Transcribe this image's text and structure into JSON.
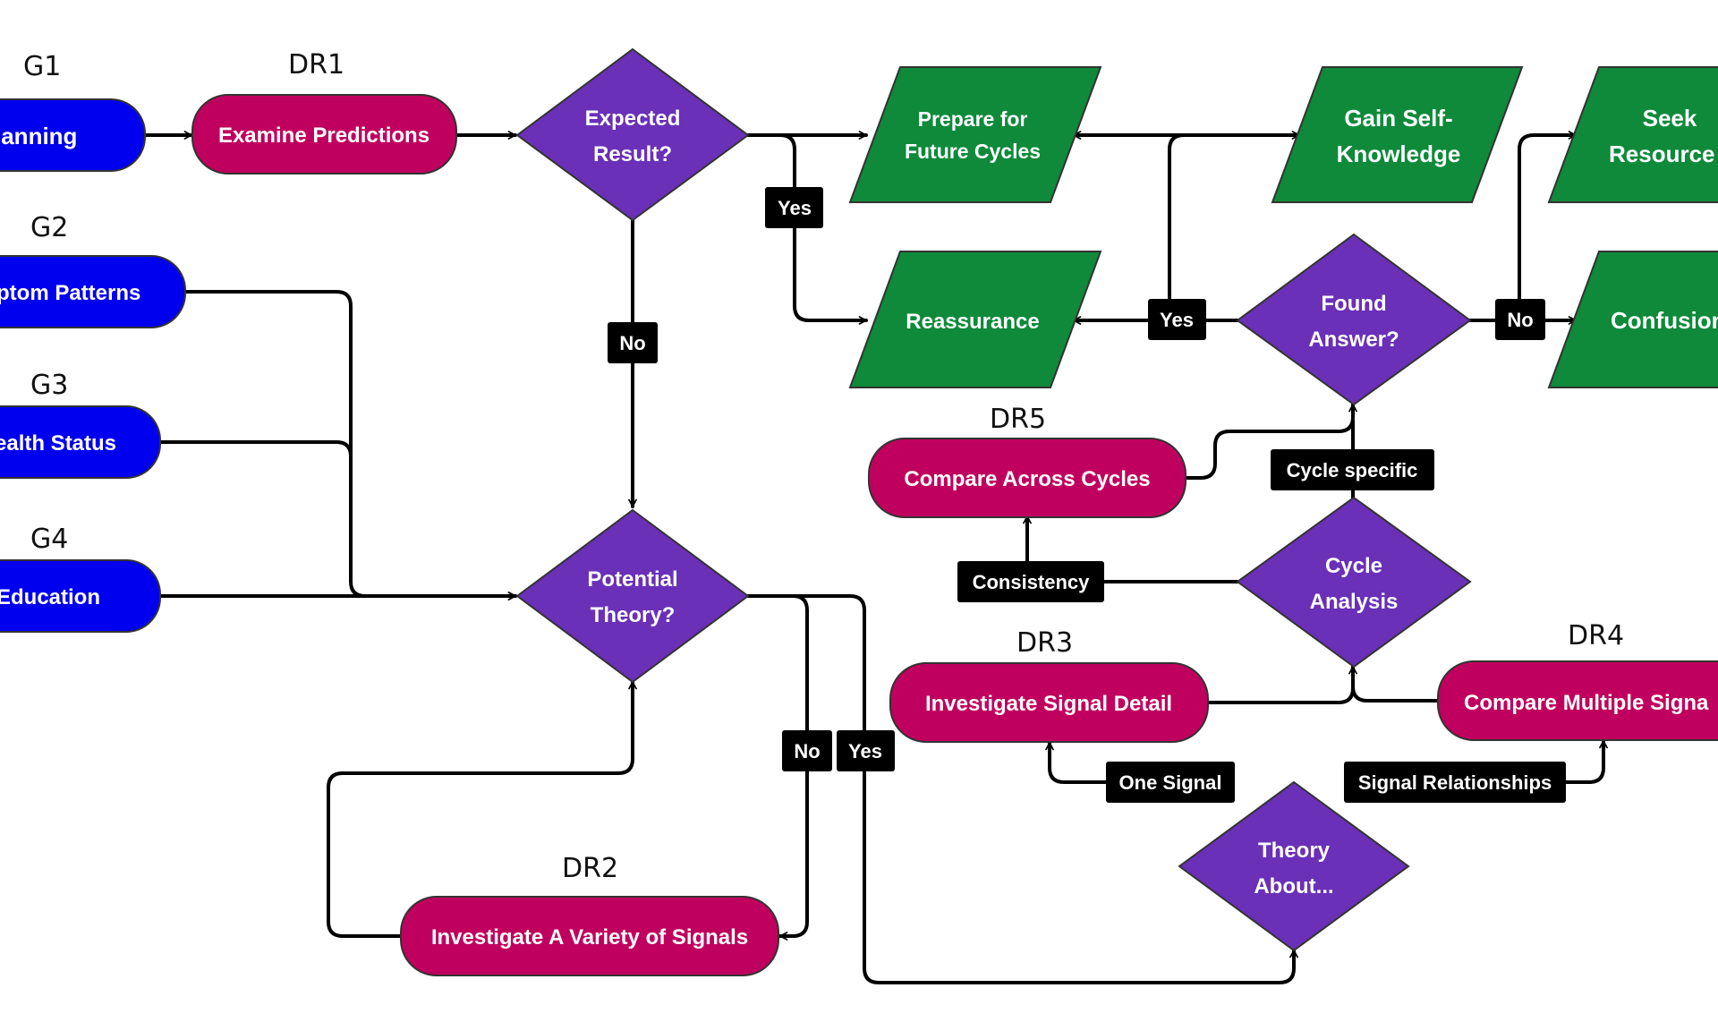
{
  "colors": {
    "group_node": "#0000ee",
    "decision_record": "#c0005e",
    "decision": "#6a30b8",
    "outcome": "#0e8a3a",
    "edge": "#000000",
    "edge_label_bg": "#000000"
  },
  "group_labels": {
    "g1": "G1",
    "g2": "G2",
    "g3": "G3",
    "g4": "G4",
    "dr1": "DR1",
    "dr2": "DR2",
    "dr3": "DR3",
    "dr4": "DR4",
    "dr5": "DR5"
  },
  "nodes": {
    "g1": "lanning",
    "g2": "ptom Patterns",
    "g3": "ealth Status",
    "g4": "Education",
    "examine_predictions": "Examine Predictions",
    "expected_result_1": "Expected",
    "expected_result_2": "Result?",
    "potential_theory_1": "Potential",
    "potential_theory_2": "Theory?",
    "investigate_variety": "Investigate A Variety of Signals",
    "prepare_future_1": "Prepare for",
    "prepare_future_2": "Future Cycles",
    "reassurance": "Reassurance",
    "gain_self_1": "Gain Self-",
    "gain_self_2": "Knowledge",
    "found_answer_1": "Found",
    "found_answer_2": "Answer?",
    "seek_resources_1": "Seek",
    "seek_resources_2": "Resource",
    "confusion": "Confusion",
    "compare_across_cycles": "Compare Across Cycles",
    "cycle_analysis_1": "Cycle",
    "cycle_analysis_2": "Analysis",
    "investigate_signal_detail": "Investigate Signal Detail",
    "compare_multiple_signals": "Compare Multiple Signa",
    "theory_about_1": "Theory",
    "theory_about_2": "About..."
  },
  "edge_labels": {
    "yes_expected": "Yes",
    "no_expected": "No",
    "yes_found": "Yes",
    "no_found": "No",
    "cycle_specific": "Cycle specific",
    "consistency": "Consistency",
    "no_theory": "No",
    "yes_theory": "Yes",
    "one_signal": "One Signal",
    "signal_relationships": "Signal Relationships"
  }
}
